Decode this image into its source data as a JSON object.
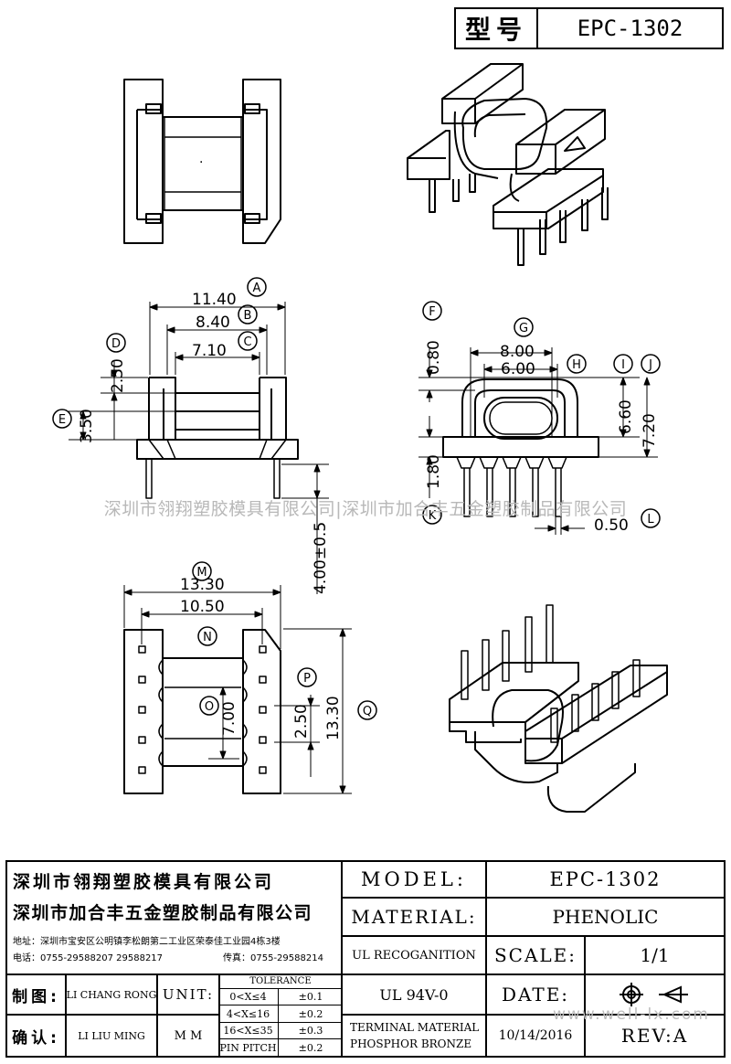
{
  "header": {
    "label": "型号",
    "model": "EPC-1302"
  },
  "drawing": {
    "top_view": {
      "center_mark": "·"
    },
    "front_view": {
      "dims": {
        "a": "11.40",
        "b": "8.40",
        "c": "7.10",
        "d": "2.50",
        "e": "3.50",
        "pin": "4.00±0.5"
      },
      "letters": {
        "a": "A",
        "b": "B",
        "c": "C",
        "d": "D",
        "e": "E"
      }
    },
    "side_view": {
      "dims": {
        "f": "0.80",
        "g": "8.00",
        "h": "6.00",
        "i": "6.60",
        "j": "7.20",
        "k": "1.80",
        "l": "0.50"
      },
      "letters": {
        "f": "F",
        "g": "G",
        "h": "H",
        "i": "I",
        "j": "J",
        "k": "K",
        "l": "L"
      }
    },
    "bottom_view": {
      "dims": {
        "m": "13.30",
        "n": "10.50",
        "o": "7.00",
        "p": "2.50",
        "q": "13.30"
      },
      "letters": {
        "m": "M",
        "n": "N",
        "o": "O",
        "p": "P",
        "q": "Q"
      }
    }
  },
  "watermark": {
    "text": "深圳市翎翔塑胶模具有限公司|深圳市加合丰五金塑胶制品有限公司",
    "site": "www.well-lx.com"
  },
  "title_block": {
    "company1": "深圳市翎翔塑胶模具有限公司",
    "company2": "深圳市加合丰五金塑胶制品有限公司",
    "address": "地址：深圳市宝安区公明镇李松朗第二工业区荣泰佳工业园4栋3楼",
    "phone": "电话：0755-29588207  29588217",
    "fax": "传真：0755-29588214",
    "model_label": "MODEL:",
    "model_value": "EPC-1302",
    "material_label": "MATERIAL:",
    "material_value": "PHENOLIC",
    "ul_label": "UL RECOGANITION",
    "ul_value": "UL 94V-0",
    "scale_label": "SCALE:",
    "scale_value": "1/1",
    "date_label": "DATE:",
    "date_value": "10/14/2016",
    "rev_label": "REV:A",
    "drawn_label": "制图:",
    "drawn_name": "LI CHANG RONG",
    "check_label": "确认:",
    "check_name": "LI LIU MING",
    "unit_label": "UNIT:",
    "unit_value": "M M",
    "terminal_line1": "TERMINAL MATERIAL",
    "terminal_line2": "PHOSPHOR  BRONZE",
    "tolerance_title": "TOLERANCE",
    "tolerance": [
      {
        "range": "0<X≤4",
        "value": "±0.1"
      },
      {
        "range": "4<X≤16",
        "value": "±0.2"
      },
      {
        "range": "16<X≤35",
        "value": "±0.3"
      },
      {
        "range": "PIN PITCH",
        "value": "±0.2"
      }
    ]
  }
}
